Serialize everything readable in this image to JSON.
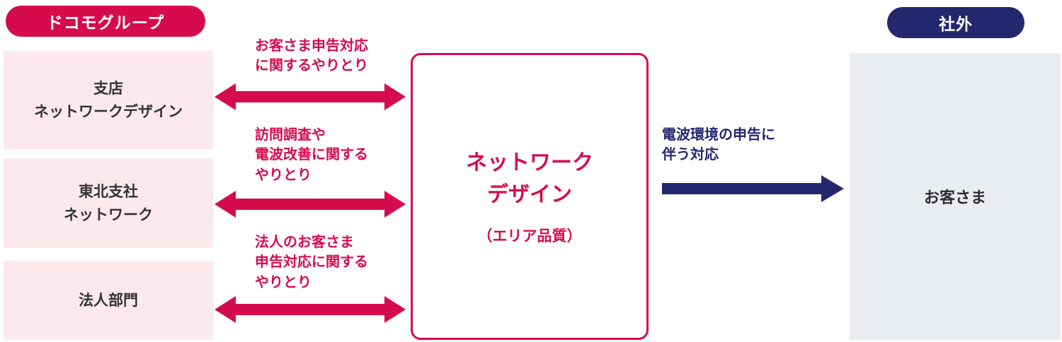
{
  "colors": {
    "red": "#d60b4e",
    "navy": "#23286e",
    "pink": "#fbe9ee",
    "gray": "#e9edf2",
    "dark": "#333333"
  },
  "badges": {
    "group": "ドコモグループ",
    "external": "社外"
  },
  "left_boxes": [
    {
      "label": "支店\nネットワークデザイン"
    },
    {
      "label": "東北支社\nネットワーク"
    },
    {
      "label": "法人部門"
    }
  ],
  "center_box": {
    "title": "ネットワーク\nデザイン",
    "subtitle": "（エリア品質）"
  },
  "right_box": {
    "label": "お客さま"
  },
  "flows": {
    "branch": "お客さま申告対応\nに関するやりとり",
    "tohoku": "訪問調査や\n電波改善に関する\nやりとり",
    "corporate": "法人のお客さま\n申告対応に関する\nやりとり",
    "external": "電波環境の申告に\n伴う対応"
  }
}
